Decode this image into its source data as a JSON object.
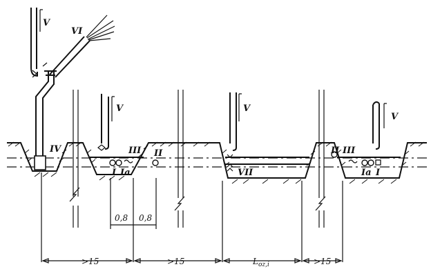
{
  "labels": {
    "roman_V": "V",
    "roman_VI": "VI",
    "roman_IV": "IV",
    "roman_III": "III",
    "roman_II": "II",
    "roman_I": "I",
    "roman_Ia": "Ia",
    "roman_VII": "VII"
  },
  "dimensions": {
    "gap_1": "0,8",
    "gap_2": "0,8",
    "span_1": ">15",
    "span_2": ">15",
    "span_3": "L",
    "span_3_sub": "oz,i",
    "span_4": ">15"
  }
}
